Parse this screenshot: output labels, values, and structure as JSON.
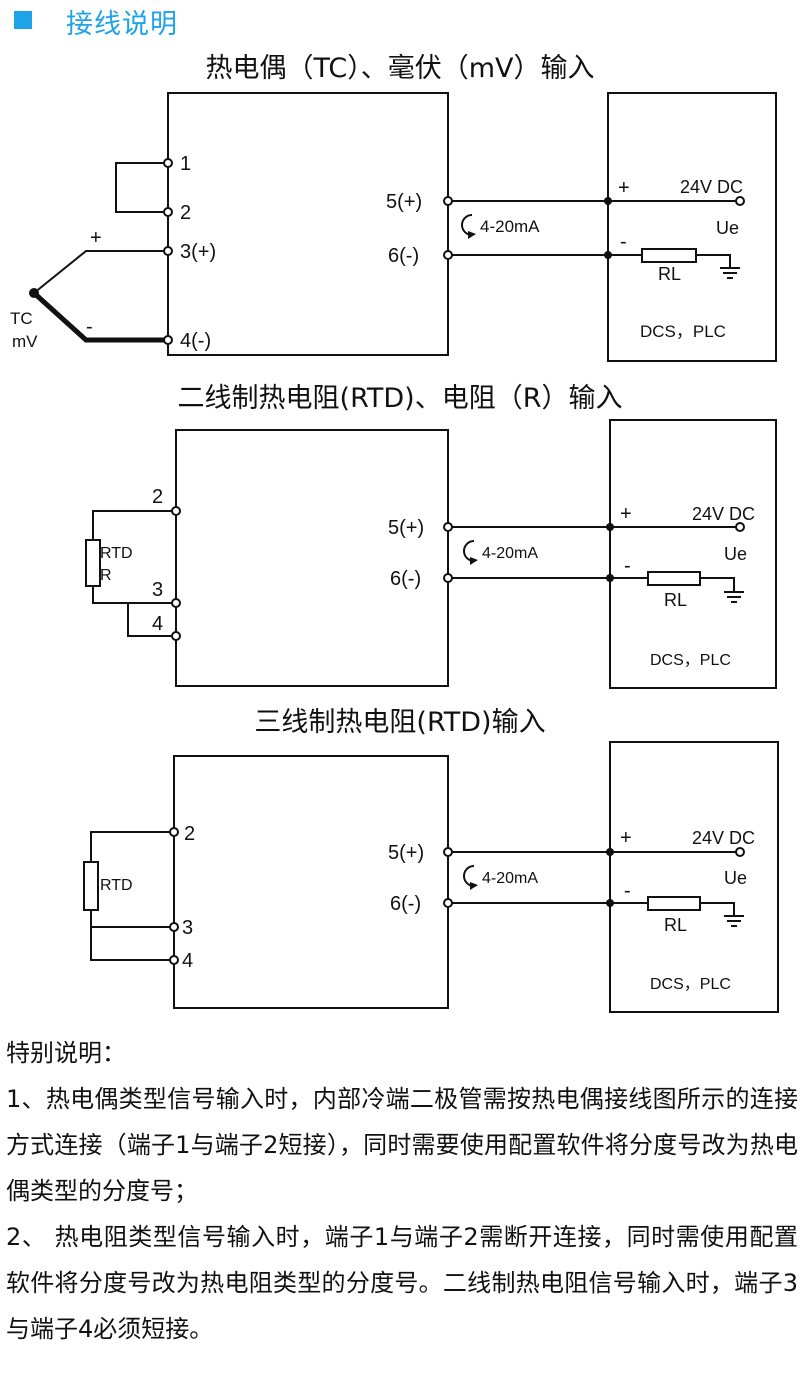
{
  "header": {
    "title": "接线说明",
    "accent_color": "#1fa3e8"
  },
  "diagrams": [
    {
      "title": "热电偶（TC）、毫伏（mV）输入",
      "terminals": [
        "1",
        "2",
        "3(+)",
        "4(-)"
      ],
      "sensor_label_1": "TC",
      "sensor_label_2": "mV",
      "plus": "+",
      "minus": "-",
      "out_plus": "5(+)",
      "out_minus": "6(-)",
      "current": "4-20mA",
      "supply": "24V DC",
      "ue": "Ue",
      "rl": "RL",
      "system": "DCS，PLC"
    },
    {
      "title": "二线制热电阻(RTD)、电阻（R）输入",
      "terminals": [
        "2",
        "3",
        "4"
      ],
      "sensor_label_1": "RTD",
      "sensor_label_2": "R",
      "plus": "+",
      "minus": "-",
      "out_plus": "5(+)",
      "out_minus": "6(-)",
      "current": "4-20mA",
      "supply": "24V DC",
      "ue": "Ue",
      "rl": "RL",
      "system": "DCS，PLC"
    },
    {
      "title": "三线制热电阻(RTD)输入",
      "terminals": [
        "2",
        "3",
        "4"
      ],
      "sensor_label_1": "RTD",
      "plus": "+",
      "minus": "-",
      "out_plus": "5(+)",
      "out_minus": "6(-)",
      "current": "4-20mA",
      "supply": "24V DC",
      "ue": "Ue",
      "rl": "RL",
      "system": "DCS，PLC"
    }
  ],
  "notes": {
    "heading": "特别说明：",
    "items": [
      "1、热电偶类型信号输入时，内部冷端二极管需按热电偶接线图所示的连接方式连接（端子1与端子2短接），同时需要使用配置软件将分度号改为热电偶类型的分度号；",
      "2、 热电阻类型信号输入时，端子1与端子2需断开连接，同时需使用配置软件将分度号改为热电阻类型的分度号。二线制热电阻信号输入时，端子3与端子4必须短接。"
    ]
  }
}
